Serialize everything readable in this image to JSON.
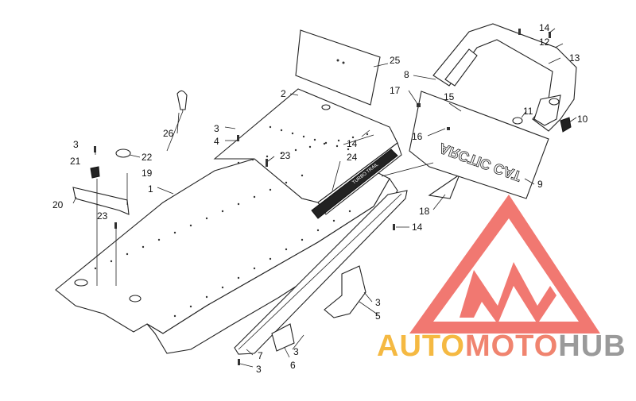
{
  "callouts": [
    {
      "id": "c1",
      "text": "1"
    },
    {
      "id": "c2",
      "text": "2"
    },
    {
      "id": "c3a",
      "text": "3"
    },
    {
      "id": "c3b",
      "text": "3"
    },
    {
      "id": "c3c",
      "text": "3"
    },
    {
      "id": "c3d",
      "text": "3"
    },
    {
      "id": "c3e",
      "text": "3"
    },
    {
      "id": "c4",
      "text": "4"
    },
    {
      "id": "c5",
      "text": "5"
    },
    {
      "id": "c6",
      "text": "6"
    },
    {
      "id": "c7",
      "text": "7"
    },
    {
      "id": "c8",
      "text": "8"
    },
    {
      "id": "c9",
      "text": "9"
    },
    {
      "id": "c10",
      "text": "10"
    },
    {
      "id": "c11",
      "text": "11"
    },
    {
      "id": "c12",
      "text": "12"
    },
    {
      "id": "c13",
      "text": "13"
    },
    {
      "id": "c14a",
      "text": "14"
    },
    {
      "id": "c14b",
      "text": "14"
    },
    {
      "id": "c14c",
      "text": "14"
    },
    {
      "id": "c15",
      "text": "15"
    },
    {
      "id": "c16",
      "text": "16"
    },
    {
      "id": "c17",
      "text": "17"
    },
    {
      "id": "c18",
      "text": "18"
    },
    {
      "id": "c19",
      "text": "19"
    },
    {
      "id": "c20",
      "text": "20"
    },
    {
      "id": "c21",
      "text": "21"
    },
    {
      "id": "c22",
      "text": "22"
    },
    {
      "id": "c23a",
      "text": "23"
    },
    {
      "id": "c23b",
      "text": "23"
    },
    {
      "id": "c24",
      "text": "24"
    },
    {
      "id": "c25",
      "text": "25"
    },
    {
      "id": "c26",
      "text": "26"
    }
  ],
  "part_labels": {
    "flap_text": "ARCTIC CAT",
    "decal_text": "TURBO TRAIL"
  },
  "watermark": {
    "part1": "AUTO",
    "part2": "MOTO",
    "part3": "HUB",
    "color1": "#f5b942",
    "color2": "#f0846f",
    "color3": "#9a9a9a",
    "logo_color": "#f06a62"
  }
}
